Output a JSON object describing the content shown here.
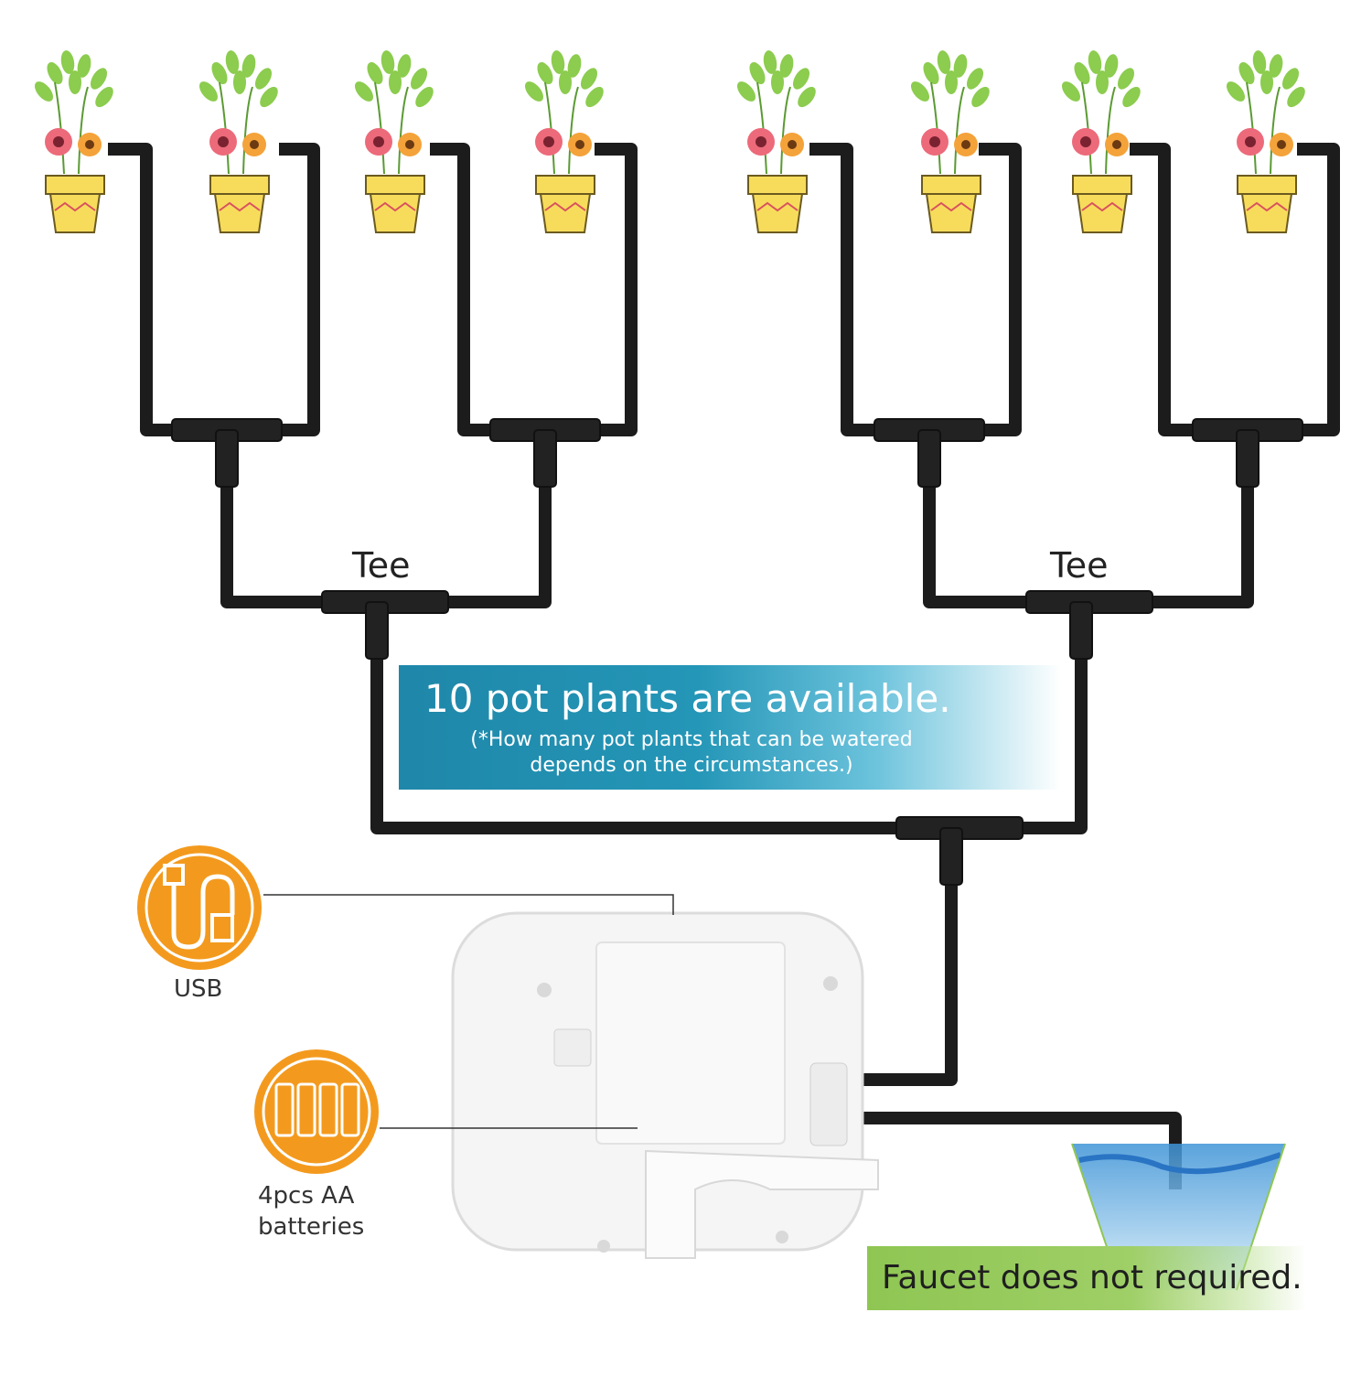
{
  "labels": {
    "tee_left": "Tee",
    "tee_right": "Tee",
    "usb": "USB",
    "batteries_line1": "4pcs AA",
    "batteries_line2": "batteries"
  },
  "banner": {
    "title": "10 pot plants are available.",
    "subtitle": "(*How many pot plants that can be watered depends on the circumstances.)"
  },
  "faucet_note": "Faucet does not required.",
  "colors": {
    "tube": "#1c1c1c",
    "banner_blue": "#1f87a9",
    "icon_orange": "#f39a1e",
    "note_green": "#8fc653",
    "pot_yellow": "#f7dc5c",
    "water_blue": "#58a8de"
  },
  "icons": [
    "flower-pot-icon",
    "usb-cable-icon",
    "aa-batteries-icon",
    "pump-device",
    "water-container-icon"
  ]
}
